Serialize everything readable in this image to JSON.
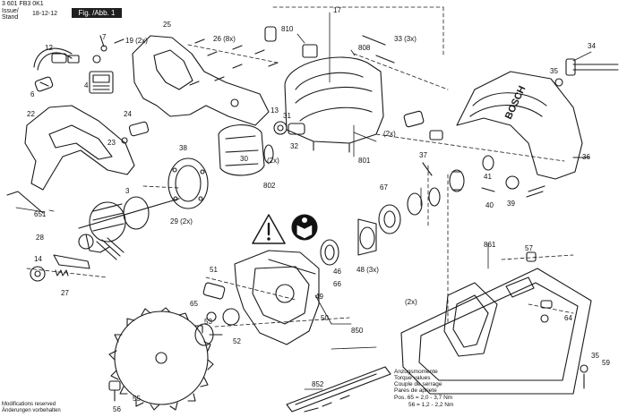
{
  "header": {
    "doc_number": "3 601 FB3 0K1",
    "issue_label": "Issue/",
    "stand_label": "Stand",
    "date": "18-12-12",
    "figure_label": "Fig. /Abb. 1"
  },
  "parts": [
    {
      "label": "12"
    },
    {
      "label": "7"
    },
    {
      "label": "19 (2x)"
    },
    {
      "label": "25"
    },
    {
      "label": "26 (8x)"
    },
    {
      "label": "17"
    },
    {
      "label": "810"
    },
    {
      "label": "33 (3x)"
    },
    {
      "label": "34"
    },
    {
      "label": "808"
    },
    {
      "label": "6"
    },
    {
      "label": "4"
    },
    {
      "label": "35"
    },
    {
      "label": "22"
    },
    {
      "label": "24"
    },
    {
      "label": "13"
    },
    {
      "label": "31"
    },
    {
      "label": "23"
    },
    {
      "label": "32"
    },
    {
      "label": "(2x)"
    },
    {
      "label": "38"
    },
    {
      "label": "36"
    },
    {
      "label": "(2x)"
    },
    {
      "label": "801"
    },
    {
      "label": "37"
    },
    {
      "label": "41"
    },
    {
      "label": "802"
    },
    {
      "label": "3"
    },
    {
      "label": "67"
    },
    {
      "label": "39"
    },
    {
      "label": "40"
    },
    {
      "label": "30"
    },
    {
      "label": "651"
    },
    {
      "label": "29 (2x)"
    },
    {
      "label": "28"
    },
    {
      "label": "46"
    },
    {
      "label": "861"
    },
    {
      "label": "57"
    },
    {
      "label": "14"
    },
    {
      "label": "48 (3x)"
    },
    {
      "label": "27"
    },
    {
      "label": "51"
    },
    {
      "label": "49"
    },
    {
      "label": "66"
    },
    {
      "label": "65"
    },
    {
      "label": "53"
    },
    {
      "label": "50"
    },
    {
      "label": "(2x)"
    },
    {
      "label": "64"
    },
    {
      "label": "52"
    },
    {
      "label": "850"
    },
    {
      "label": "35"
    },
    {
      "label": "59"
    },
    {
      "label": "55"
    },
    {
      "label": "852"
    },
    {
      "label": "56"
    }
  ],
  "torque_table": {
    "line1": "Anzugsmomente",
    "line2": "Torque values",
    "line3": "Couple de serrage",
    "line4": "Pares de apriete",
    "line5": "Pos. 65 = 2,0 - 3,7 Nm",
    "line6": "56 = 1,2 - 2,2 Nm"
  },
  "footer": {
    "line1": "Modifications reserved",
    "line2": "Änderungen vorbehalten"
  },
  "brand_mark": "BOSCH",
  "icons": [
    "warning-triangle-icon",
    "read-manual-icon"
  ]
}
